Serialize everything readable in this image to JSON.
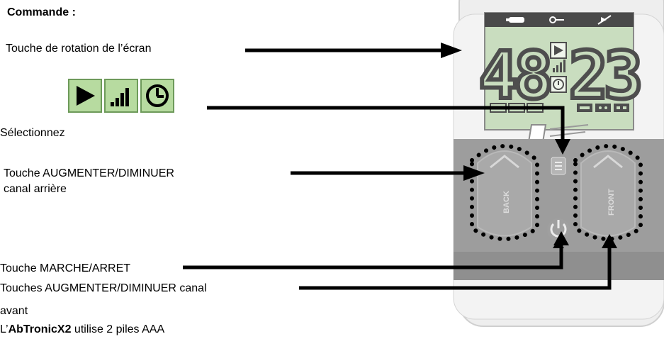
{
  "page": {
    "title": "Commande :",
    "labels": {
      "rotation": "Touche de rotation de l’écran",
      "select": "Sélectionnez",
      "back_line1": "Touche AUGMENTER/DIMINUER",
      "back_line2": "canal arrière",
      "power": "Touche MARCHE/ARRET",
      "front_line1": "Touches AUGMENTER/DIMINUER canal",
      "front_line2": "avant",
      "battery_prefix": "L’",
      "battery_brand": "AbTronicX2",
      "battery_suffix": " utilise 2 piles AAA"
    },
    "icons": [
      "play-icon",
      "signal-bars-icon",
      "timer-icon"
    ]
  },
  "device": {
    "left_value": "48",
    "right_value": "23",
    "back_label": "BACK",
    "front_label": "FRONT",
    "colors": {
      "body": "#e6e6e6",
      "lcd": "#c9ddbf",
      "lcd_header": "#4a4a4a",
      "button_panel": "#9d9d9d",
      "dots": "#000000"
    }
  }
}
